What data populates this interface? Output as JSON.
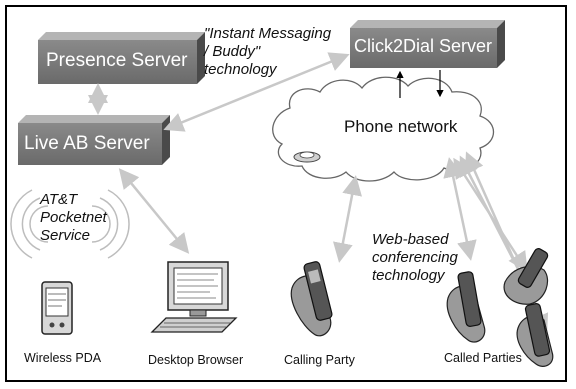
{
  "servers": {
    "presence": "Presence Server",
    "click2dial": "Click2Dial Server",
    "live_ab": "Live AB Server"
  },
  "cloud_label": "Phone network",
  "notes": {
    "instant_messaging": [
      "\"Instant Messaging",
      "/ Buddy\"",
      "technology"
    ],
    "att_service": [
      "AT&T",
      "Pocketnet",
      "Service"
    ],
    "web_conferencing": [
      "Web-based",
      "conferencing",
      "technology"
    ]
  },
  "devices": {
    "wireless_pda": "Wireless PDA",
    "desktop_browser": "Desktop Browser",
    "calling_party": "Calling Party",
    "called_parties": "Called Parties"
  }
}
